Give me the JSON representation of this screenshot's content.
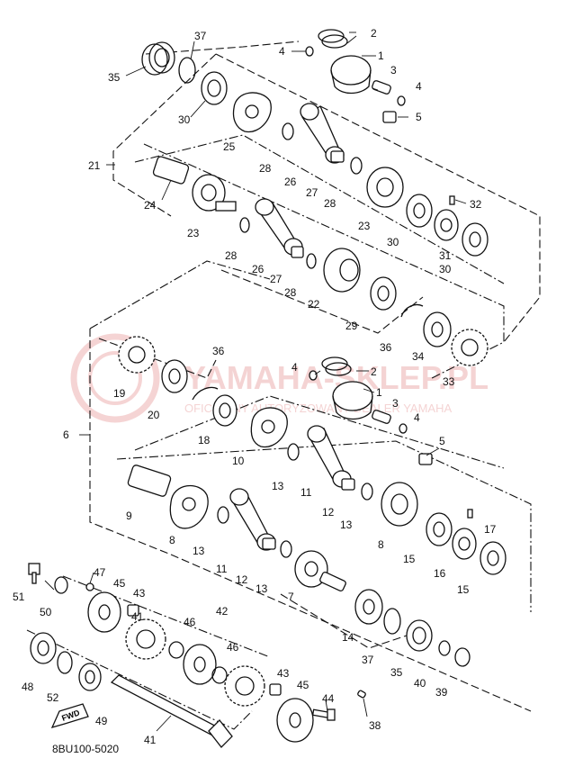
{
  "watermark": {
    "brand": "YAMAHA-SKLEP.PL",
    "subtitle": "OFICJALNY AUTORYZOWANY DEALER YAMAHA",
    "color": "#e8a0a0"
  },
  "diagram_code": "8BU100-5020",
  "fwd_label": "FWD",
  "callouts": {
    "n1": "1",
    "n2": "2",
    "n3": "3",
    "n4": "4",
    "n5": "5",
    "n6": "6",
    "n7": "7",
    "n8": "8",
    "n9": "9",
    "n10": "10",
    "n11": "11",
    "n12": "12",
    "n13": "13",
    "n14": "14",
    "n15": "15",
    "n16": "16",
    "n17": "17",
    "n18": "18",
    "n19": "19",
    "n20": "20",
    "n21": "21",
    "n22": "22",
    "n23": "23",
    "n24": "24",
    "n25": "25",
    "n26": "26",
    "n27": "27",
    "n28": "28",
    "n29": "29",
    "n30": "30",
    "n31": "31",
    "n32": "32",
    "n33": "33",
    "n34": "34",
    "n35": "35",
    "n36": "36",
    "n37": "37",
    "n38": "38",
    "n39": "39",
    "n40": "40",
    "n41": "41",
    "n42": "42",
    "n43": "43",
    "n44": "44",
    "n45": "45",
    "n46": "46",
    "n47": "47",
    "n48": "48",
    "n49": "49",
    "n50": "50",
    "n51": "51",
    "n52": "52"
  }
}
